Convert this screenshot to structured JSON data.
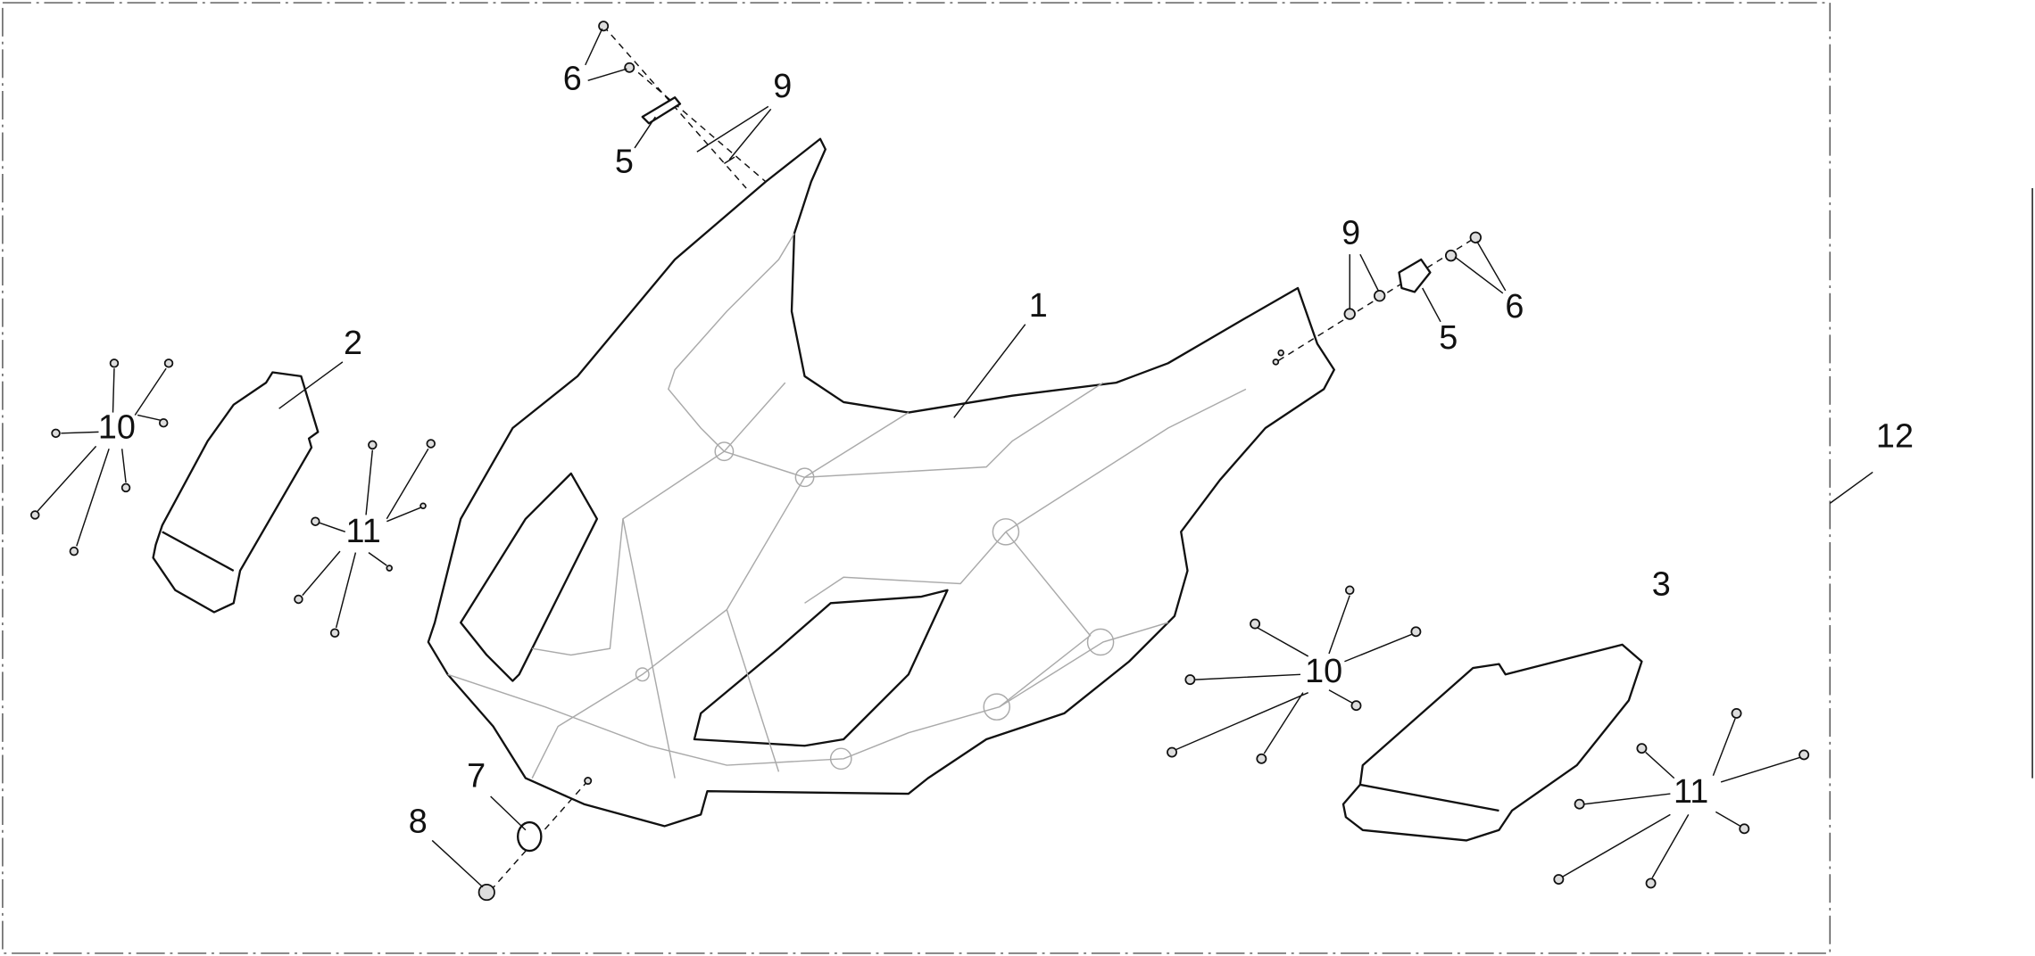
{
  "diagram": {
    "type": "exploded parts diagram",
    "callouts": {
      "part_1": "1",
      "part_2": "2",
      "part_3": "3",
      "part_5_top": "5",
      "part_5_right": "5",
      "part_6_top": "6",
      "part_6_right": "6",
      "part_7": "7",
      "part_8": "8",
      "part_9_top": "9",
      "part_9_right": "9",
      "part_10_left": "10",
      "part_10_right": "10",
      "part_11_left": "11",
      "part_11_right": "11",
      "part_12": "12"
    }
  }
}
